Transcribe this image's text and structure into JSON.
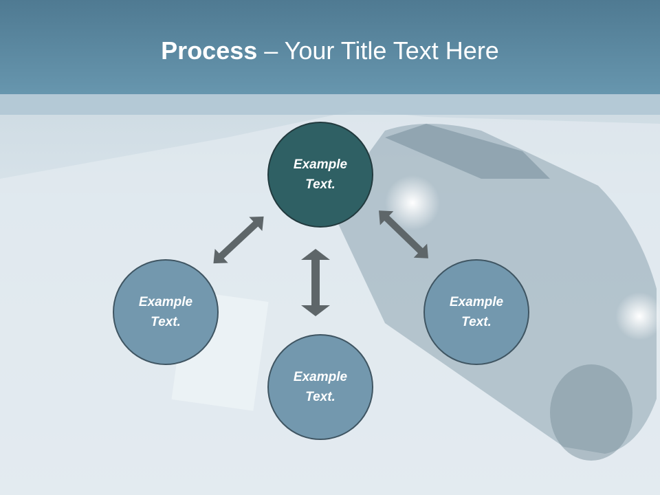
{
  "header": {
    "title_bold": "Process",
    "title_rest": " – Your Title Text Here"
  },
  "nodes": [
    {
      "id": "top",
      "label": "Example Text.",
      "color": "#2f6064"
    },
    {
      "id": "left",
      "label": "Example Text.",
      "color": "#7398ae"
    },
    {
      "id": "right",
      "label": "Example Text.",
      "color": "#7398ae"
    },
    {
      "id": "bottom",
      "label": "Example Text.",
      "color": "#7398ae"
    }
  ],
  "colors": {
    "header": "#5a88a0",
    "arrow": "#5e6669"
  }
}
